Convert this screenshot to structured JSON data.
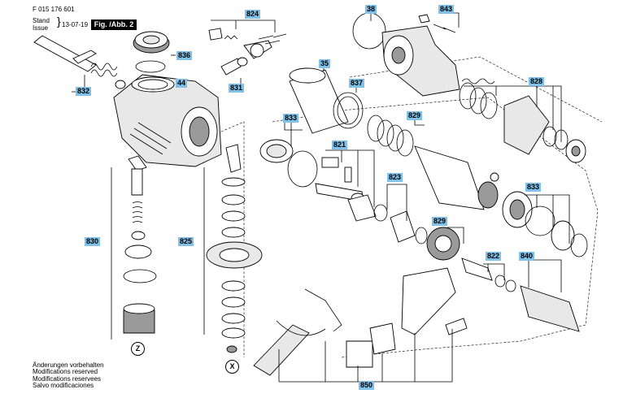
{
  "header": {
    "doc_number": "F 015 176 601",
    "stand_label": "Stand",
    "issue_label": "Issue",
    "date": "13-07-19",
    "figure": "Fig. /Abb. 2"
  },
  "footer": {
    "lines": [
      "Änderungen vorbehalten",
      "Modifications reserved",
      "Modifications reservees",
      "Salvo modificaciones"
    ]
  },
  "callouts": {
    "c824": "824",
    "c38": "38",
    "c843": "843",
    "c836": "836",
    "c832": "832",
    "c44": "44",
    "c831": "831",
    "c35": "35",
    "c837": "837",
    "c828": "828",
    "c833a": "833",
    "c829a": "829",
    "c821": "821",
    "c823": "823",
    "c833b": "833",
    "c829b": "829",
    "c830": "830",
    "c825": "825",
    "c822": "822",
    "c840": "840",
    "c850": "850"
  },
  "detail_marks": {
    "z": "Z",
    "x": "X"
  }
}
